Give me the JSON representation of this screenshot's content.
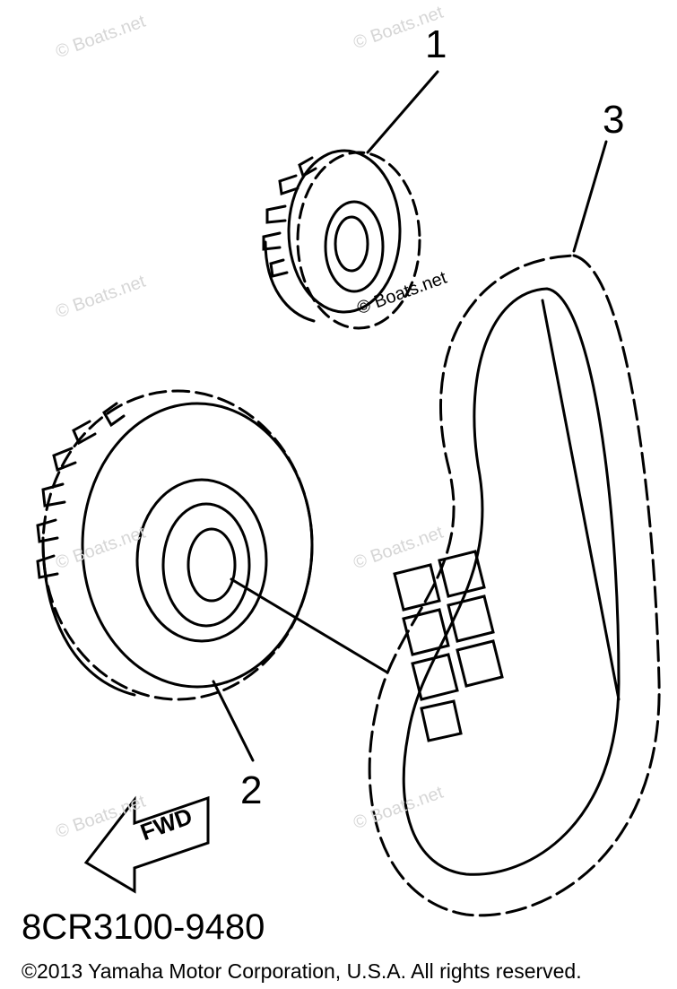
{
  "callouts": {
    "part1": "1",
    "part2": "2",
    "part3": "3"
  },
  "arrow_label": "FWD",
  "part_number": "8CR3100-9480",
  "copyright": "©2013 Yamaha Motor Corporation, U.S.A. All rights reserved.",
  "watermark": "© Boats.net",
  "colors": {
    "line": "#000000",
    "background": "#ffffff",
    "watermark": "#d6d6d6"
  }
}
